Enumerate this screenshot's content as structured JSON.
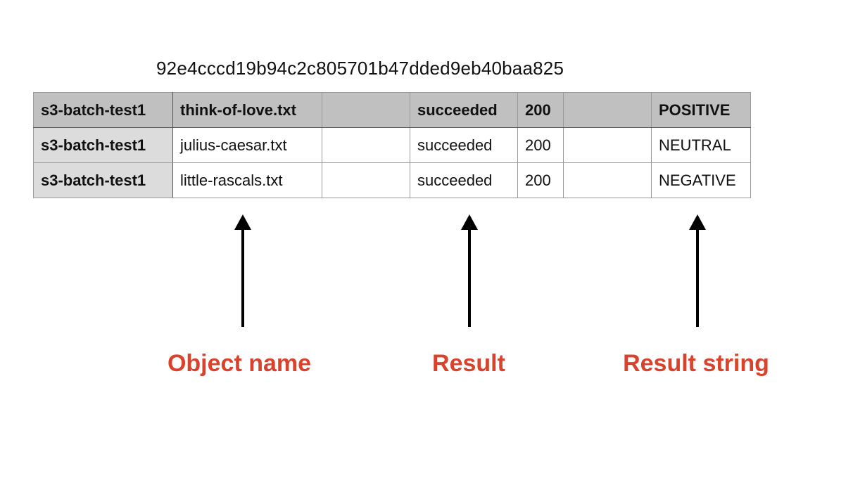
{
  "job_id": "92e4cccd19b94c2c805701b47dded9eb40baa825",
  "table": {
    "rows": [
      [
        "s3-batch-test1",
        "think-of-love.txt",
        "",
        "succeeded",
        "200",
        "",
        "POSITIVE"
      ],
      [
        "s3-batch-test1",
        "julius-caesar.txt",
        "",
        "succeeded",
        "200",
        "",
        "NEUTRAL"
      ],
      [
        "s3-batch-test1",
        "little-rascals.txt",
        "",
        "succeeded",
        "200",
        "",
        "NEGATIVE"
      ]
    ]
  },
  "annotations": {
    "object_name": "Object name",
    "result": "Result",
    "result_string": "Result string"
  },
  "colors": {
    "header_background": "#bfc0bf",
    "bucket_column_background": "#dcdcdc",
    "label_color": "#d9422b",
    "arrow_color": "#000000"
  }
}
